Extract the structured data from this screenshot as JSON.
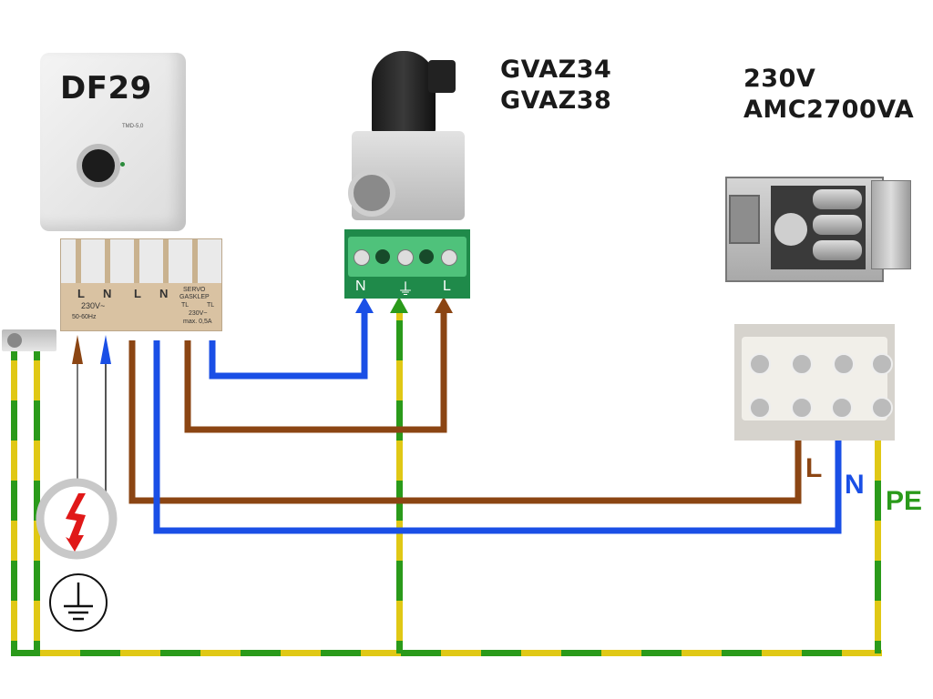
{
  "controller": {
    "title": "DF29",
    "terminal_labels": [
      "L",
      "N",
      "L",
      "N"
    ],
    "supply_voltage": "230V~",
    "supply_freq": "50-60Hz",
    "servo_title": "SERVO",
    "servo_subtitle": "GASKLEP",
    "tl_left": "TL",
    "tl_right": "TL",
    "servo_voltage": "230V~",
    "servo_max": "max. 0,5A",
    "panel_model": "TMD-5,0"
  },
  "valve": {
    "models": [
      "GVAZ34",
      "GVAZ38"
    ],
    "terminal_labels": [
      "N",
      "⏚",
      "L"
    ]
  },
  "fan": {
    "voltage": "230V",
    "model": "AMC2700VA"
  },
  "fan_terminals": {
    "wire_labels": [
      "L",
      "N",
      "PE"
    ]
  },
  "symbols": {
    "power": "lightning-bolt-icon",
    "ground": "ground-icon"
  },
  "colors": {
    "live": "#8b4513",
    "neutral": "#1a4fe6",
    "earth_green": "#2a9a1a",
    "earth_yellow": "#e0c815",
    "pcb_green": "#3aa45a",
    "terminal_bg": "#d9c2a2"
  }
}
